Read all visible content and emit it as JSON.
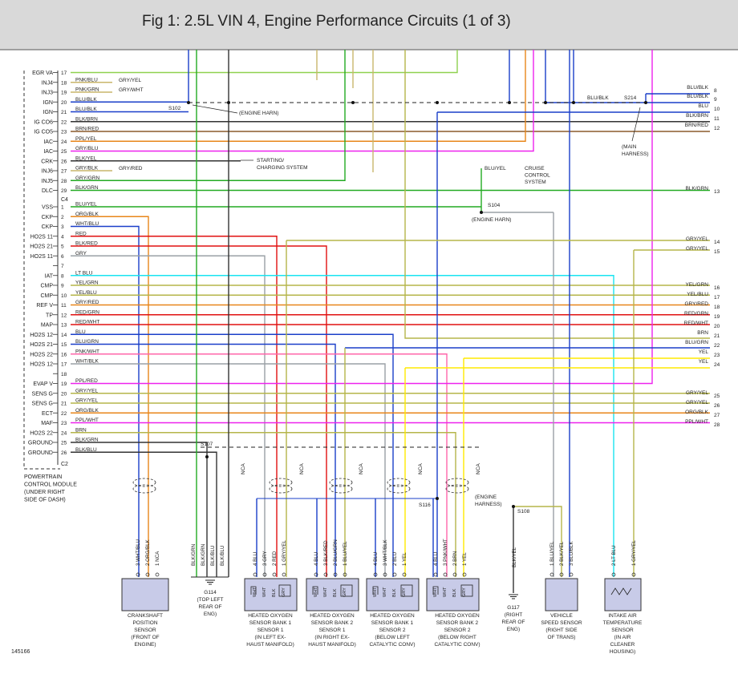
{
  "title": "Fig 1: 2.5L VIN 4, Engine Performance Circuits (1 of 3)",
  "figure_number": "145166",
  "module_label": [
    "POWERTRAIN",
    "CONTROL MODULE",
    "(UNDER RIGHT",
    "SIDE OF DASH)"
  ],
  "connectors": {
    "c4": "C4",
    "c2": "C2"
  },
  "colors": {
    "red": "#e01010",
    "pink": "#ff66aa",
    "green": "#22aa22",
    "lightgreen": "#8fd14f",
    "blue": "#1a3fc9",
    "gray": "#9aa0a6",
    "yellow": "#ffea00",
    "orange": "#e8861a",
    "magenta": "#ee22ee",
    "cyan": "#19e3f0",
    "brown": "#8b5a2b",
    "black": "#333333",
    "olive": "#b5b54a",
    "purple": "#7a3fbf",
    "tan": "#c9b66b"
  },
  "pcm_pins": [
    {
      "label": "EGR VA",
      "num": "17",
      "wire": "",
      "key": "egr"
    },
    {
      "label": "INJ4",
      "num": "18",
      "wire": "PNK/BLU",
      "key": "inj4"
    },
    {
      "label": "INJ3",
      "num": "19",
      "wire": "PNK/GRN",
      "key": "inj3"
    },
    {
      "label": "IGN",
      "num": "20",
      "wire": "BLU/BLK",
      "key": "ign1"
    },
    {
      "label": "IGN",
      "num": "21",
      "wire": "BLU/BLK",
      "key": "ign2"
    },
    {
      "label": "IG CO6",
      "num": "22",
      "wire": "BLK/BRN",
      "key": "co6"
    },
    {
      "label": "IG CO5",
      "num": "23",
      "wire": "BRN/RED",
      "key": "co5"
    },
    {
      "label": "IAC",
      "num": "24",
      "wire": "PPL/YEL",
      "key": "iac1"
    },
    {
      "label": "IAC",
      "num": "25",
      "wire": "GRY/BLU",
      "key": "iac2"
    },
    {
      "label": "CRK",
      "num": "26",
      "wire": "BLK/YEL",
      "key": "crk"
    },
    {
      "label": "INJ6",
      "num": "27",
      "wire": "GRY/BLK",
      "key": "inj6"
    },
    {
      "label": "INJ5",
      "num": "28",
      "wire": "GRY/GRN",
      "key": "inj5"
    },
    {
      "label": "DLC",
      "num": "29",
      "wire": "BLK/GRN",
      "key": "dlc"
    },
    {
      "label": "VSS",
      "num": "1",
      "wire": "BLU/YEL",
      "key": "vss"
    },
    {
      "label": "CKP",
      "num": "2",
      "wire": "ORG/BLK",
      "key": "ckp1"
    },
    {
      "label": "CKP",
      "num": "3",
      "wire": "WHT/BLU",
      "key": "ckp2"
    },
    {
      "label": "HO2S 11",
      "num": "4",
      "wire": "RED",
      "key": "h11a"
    },
    {
      "label": "HO2S 21",
      "num": "5",
      "wire": "BLK/RED",
      "key": "h21a"
    },
    {
      "label": "HO2S 11",
      "num": "6",
      "wire": "GRY",
      "key": "h11b"
    },
    {
      "label": "",
      "num": "7",
      "wire": "",
      "key": "p7"
    },
    {
      "label": "IAT",
      "num": "8",
      "wire": "LT BLU",
      "key": "iat"
    },
    {
      "label": "CMP",
      "num": "9",
      "wire": "YEL/GRN",
      "key": "cmp1"
    },
    {
      "label": "CMP",
      "num": "10",
      "wire": "YEL/BLU",
      "key": "cmp2"
    },
    {
      "label": "REF V",
      "num": "11",
      "wire": "GRY/RED",
      "key": "refv"
    },
    {
      "label": "TP",
      "num": "12",
      "wire": "RED/GRN",
      "key": "tp"
    },
    {
      "label": "MAP",
      "num": "13",
      "wire": "RED/WHT",
      "key": "map"
    },
    {
      "label": "HO2S 12",
      "num": "14",
      "wire": "BLU",
      "key": "h12a"
    },
    {
      "label": "HO2S 21",
      "num": "15",
      "wire": "BLU/GRN",
      "key": "h21b"
    },
    {
      "label": "HO2S 22",
      "num": "16",
      "wire": "PNK/WHT",
      "key": "h22a"
    },
    {
      "label": "HO2S 12",
      "num": "17",
      "wire": "WHT/BLK",
      "key": "h12b"
    },
    {
      "label": "",
      "num": "18",
      "wire": "",
      "key": "p18"
    },
    {
      "label": "EVAP V",
      "num": "19",
      "wire": "PPL/RED",
      "key": "evap"
    },
    {
      "label": "SENS G",
      "num": "20",
      "wire": "GRY/YEL",
      "key": "sg1"
    },
    {
      "label": "SENS G",
      "num": "21",
      "wire": "GRY/YEL",
      "key": "sg2"
    },
    {
      "label": "ECT",
      "num": "22",
      "wire": "ORG/BLK",
      "key": "ect"
    },
    {
      "label": "MAF",
      "num": "23",
      "wire": "PPL/WHT",
      "key": "maf"
    },
    {
      "label": "HO2S 22",
      "num": "24",
      "wire": "BRN",
      "key": "h22b"
    },
    {
      "label": "GROUND",
      "num": "25",
      "wire": "BLK/GRN",
      "key": "gnd1"
    },
    {
      "label": "GROUND",
      "num": "26",
      "wire": "BLK/BLU",
      "key": "gnd2"
    }
  ],
  "right_refs": [
    {
      "wire": "BLU/BLK",
      "num": "8"
    },
    {
      "wire": "BLU/BLK",
      "num": "9"
    },
    {
      "wire": "BLU",
      "num": "10"
    },
    {
      "wire": "BLK/BRN",
      "num": "11"
    },
    {
      "wire": "BRN/RED",
      "num": "12"
    },
    {
      "wire": "BLK/GRN",
      "num": "13"
    },
    {
      "wire": "GRY/YEL",
      "num": "14"
    },
    {
      "wire": "GRY/YEL",
      "num": "15"
    },
    {
      "wire": "YEL/GRN",
      "num": "16"
    },
    {
      "wire": "YEL/BLU",
      "num": "17"
    },
    {
      "wire": "GRY/RED",
      "num": "18"
    },
    {
      "wire": "RED/GRN",
      "num": "19"
    },
    {
      "wire": "RED/WHT",
      "num": "20"
    },
    {
      "wire": "BRN",
      "num": "21"
    },
    {
      "wire": "BLU/GRN",
      "num": "22"
    },
    {
      "wire": "YEL",
      "num": "23"
    },
    {
      "wire": "YEL",
      "num": "24"
    },
    {
      "wire": "GRY/YEL",
      "num": "25"
    },
    {
      "wire": "GRY/YEL",
      "num": "26"
    },
    {
      "wire": "ORG/BLK",
      "num": "27"
    },
    {
      "wire": "PPL/WHT",
      "num": "28"
    }
  ],
  "callouts": {
    "inj4_gry_yel": "GRY/YEL",
    "inj3_gry_wht": "GRY/WHT",
    "inj6_gry_red": "GRY/RED",
    "s102": "S102",
    "engine_harn_1": "(ENGINE HARN)",
    "starting_charging": [
      "STARTING/",
      "CHARGING SYSTEM"
    ],
    "blu_yel": "BLU/YEL",
    "cruise_control": [
      "CRUISE",
      "CONTROL",
      "SYSTEM"
    ],
    "s104": "S104",
    "engine_harn_2": "(ENGINE HARN)",
    "blu_blk_s214": "BLU/BLK",
    "s214": "S214",
    "main_harness": [
      "(MAIN",
      "HARNESS)"
    ],
    "s107": "S107",
    "s116": "S116",
    "engine_harness_3": [
      "(ENGINE",
      "HARNESS)"
    ],
    "s108": "S108",
    "nca": "NCA"
  },
  "grounds": {
    "g114": {
      "wires": [
        "BLK/GRN",
        "BLK/GRN",
        "BLK/BLU",
        "BLK/BLU"
      ],
      "label": [
        "G114",
        "(TOP LEFT",
        "REAR OF",
        "ENG)"
      ]
    },
    "g117": {
      "wires": [
        "BLK/YEL"
      ],
      "label": [
        "G117",
        "(RIGHT",
        "REAR OF",
        "ENG)"
      ]
    }
  },
  "components": {
    "ckp": {
      "pins": [
        "3 WHT/BLU",
        "2 ORG/BLK",
        "1 NCA"
      ],
      "label": [
        "CRANKSHAFT",
        "POSITION",
        "SENSOR",
        "(FRONT OF",
        "ENGINE)"
      ]
    },
    "ho2s11": {
      "pins": [
        "4 BLU",
        "3 GRY",
        "2 RED",
        "1 GRY/YEL"
      ],
      "inner": [
        "WHT",
        "WHT",
        "BLK",
        "GRY"
      ],
      "label": [
        "HEATED OXYGEN",
        "SENSOR BANK 1",
        "SENSOR 1",
        "(IN LEFT EX-",
        "HAUST MANIFOLD)"
      ]
    },
    "ho2s21": {
      "pins": [
        "4 BLU",
        "3 BLK/RED",
        "2 BLU/GRN",
        "1 BLU/YEL"
      ],
      "inner": [
        "WHT",
        "WHT",
        "BLK",
        "GRY"
      ],
      "label": [
        "HEATED OXYGEN",
        "SENSOR BANK 2",
        "SENSOR 1",
        "(IN RIGHT EX-",
        "HAUST MANIFOLD)"
      ]
    },
    "ho2s12": {
      "pins": [
        "4 BLU",
        "3 WHT/BLK",
        "2 BLU",
        "1 YEL"
      ],
      "inner": [
        "WHT",
        "WHT",
        "BLK",
        "GRY"
      ],
      "label": [
        "HEATED OXYGEN",
        "SENSOR BANK 1",
        "SENSOR 2",
        "(BELOW LEFT",
        "CATALYTIC CONV)"
      ]
    },
    "ho2s22": {
      "pins": [
        "4 BLU",
        "3 PNK/WHT",
        "2 BRN",
        "1 YEL"
      ],
      "inner": [
        "WHT",
        "WHT",
        "BLK",
        "GRY"
      ],
      "label": [
        "HEATED OXYGEN",
        "SENSOR BANK 2",
        "SENSOR 2",
        "(BELOW RIGHT",
        "CATALYTIC CONV)"
      ]
    },
    "vss": {
      "pins": [
        "1 BLU/YEL",
        "2 BLK/YEL",
        "3 BLU/BLK"
      ],
      "label": [
        "VEHICLE",
        "SPEED SENSOR",
        "(RIGHT SIDE",
        "OF TRANS)"
      ]
    },
    "iat": {
      "pins": [
        "2 LT BLU",
        "1 GRY/YEL"
      ],
      "label": [
        "INTAKE AIR",
        "TEMPERATURE",
        "SENSOR",
        "(IN AIR",
        "CLEANER",
        "HOUSING)"
      ]
    }
  }
}
